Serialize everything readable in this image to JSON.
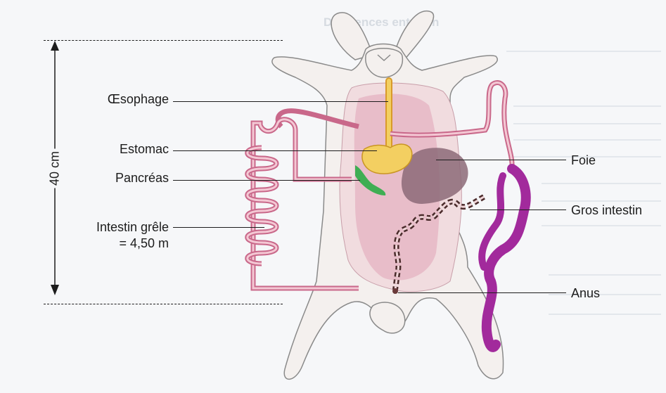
{
  "diagram": {
    "measure": "40 cm",
    "labels": {
      "oesophage": "Œsophage",
      "estomac": "Estomac",
      "pancreas": "Pancréas",
      "intestin_grele_1": "Intestin grêle",
      "intestin_grele_2": "= 4,50 m",
      "foie": "Foie",
      "gros_intestin": "Gros intestin",
      "anus": "Anus"
    },
    "background_heading": "Différences entre un"
  },
  "colors": {
    "body": "#f1dcdf",
    "fur_outline": "#8a8a8a",
    "organ_pink": "#e8b9c8",
    "small_intestine": "#d87a9a",
    "large_intestine": "#a22a9c",
    "stomach": "#f3cf61",
    "liver": "#8c6a78",
    "pancreas": "#3fae53"
  }
}
